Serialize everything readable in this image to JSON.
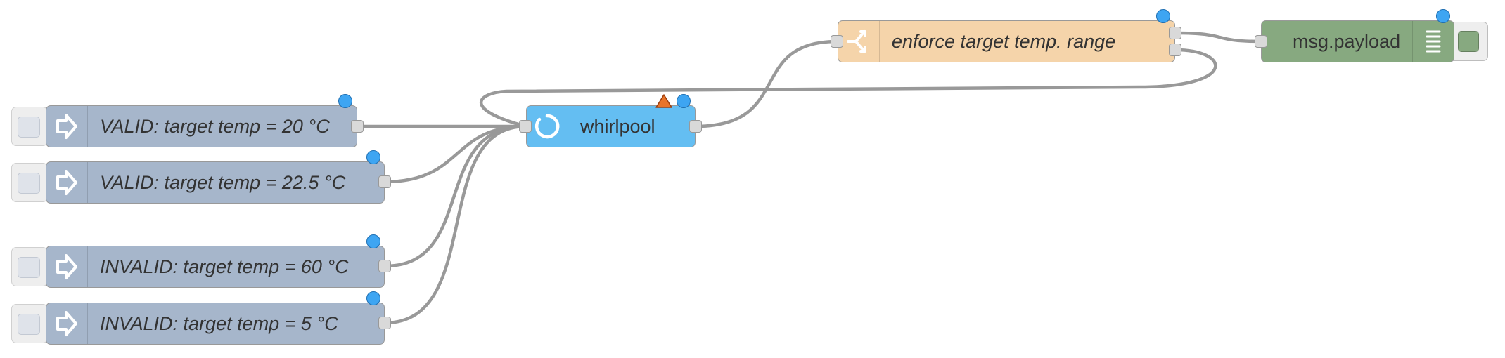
{
  "colors": {
    "inject": "#a6b6cb",
    "whirlpool": "#64bef2",
    "switch": "#f5d4aa",
    "debug": "#87a980",
    "wire": "#999999",
    "status": "#3ea5f2",
    "warning": "#e8742a"
  },
  "nodes": {
    "inject_1": {
      "label": "VALID: target temp = 20 °C",
      "icon": "inject-arrow-icon"
    },
    "inject_2": {
      "label": "VALID: target temp = 22.5 °C",
      "icon": "inject-arrow-icon"
    },
    "inject_3": {
      "label": "INVALID: target temp = 60 °C",
      "icon": "inject-arrow-icon"
    },
    "inject_4": {
      "label": "INVALID: target temp = 5 °C",
      "icon": "inject-arrow-icon"
    },
    "whirlpool": {
      "label": "whirlpool",
      "icon": "ring-icon",
      "warning": true
    },
    "switch": {
      "label": "enforce target temp. range",
      "icon": "switch-branch-icon"
    },
    "debug": {
      "label": "msg.payload",
      "icon": "list-lines-icon"
    }
  }
}
